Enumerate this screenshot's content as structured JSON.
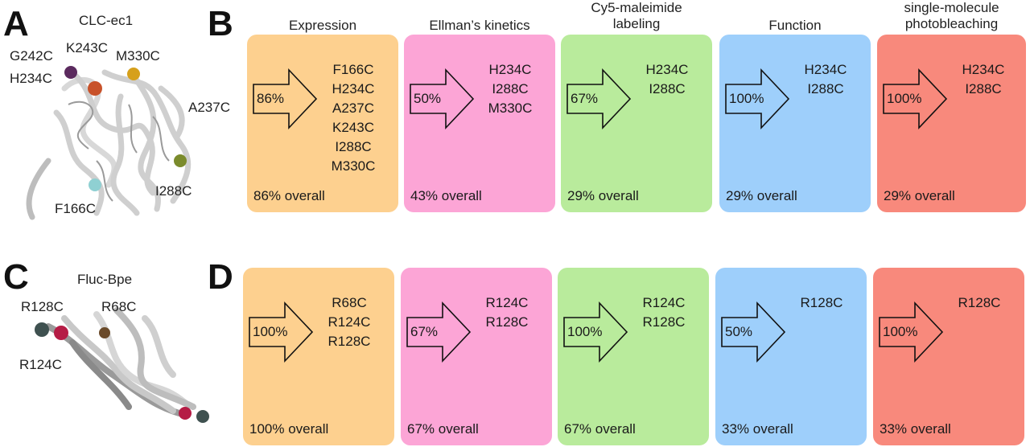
{
  "colors": {
    "orange": "#fdd08f",
    "pink": "#fca5d6",
    "green": "#b9eb9c",
    "blue": "#9ecffb",
    "red": "#f8897c"
  },
  "panels": {
    "A": {
      "letter": "A",
      "title": "CLC-ec1",
      "labels": [
        "G242C",
        "K243C",
        "M330C",
        "H234C",
        "A237C",
        "I288C",
        "F166C"
      ]
    },
    "B": {
      "letter": "B",
      "steps": [
        {
          "title": "Expression",
          "percent": "86%",
          "mutants": [
            "F166C",
            "H234C",
            "A237C",
            "K243C",
            "I288C",
            "M330C"
          ],
          "overall": "86% overall",
          "color": "orange"
        },
        {
          "title": "Ellman’s kinetics",
          "percent": "50%",
          "mutants": [
            "H234C",
            "I288C",
            "M330C"
          ],
          "overall": "43% overall",
          "color": "pink"
        },
        {
          "title": "Cy5-maleimide labeling",
          "title_lines": [
            "Cy5-maleimide",
            "labeling"
          ],
          "percent": "67%",
          "mutants": [
            "H234C",
            "I288C"
          ],
          "overall": "29% overall",
          "color": "green"
        },
        {
          "title": "Function",
          "percent": "100%",
          "mutants": [
            "H234C",
            "I288C"
          ],
          "overall": "29% overall",
          "color": "blue"
        },
        {
          "title": "single-molecule photobleaching",
          "title_lines": [
            "single-molecule",
            "photobleaching"
          ],
          "percent": "100%",
          "mutants": [
            "H234C",
            "I288C"
          ],
          "overall": "29% overall",
          "color": "red"
        }
      ]
    },
    "C": {
      "letter": "C",
      "title": "Fluc-Bpe",
      "labels": [
        "R128C",
        "R68C",
        "R124C"
      ]
    },
    "D": {
      "letter": "D",
      "steps": [
        {
          "percent": "100%",
          "mutants": [
            "R68C",
            "R124C",
            "R128C"
          ],
          "overall": "100% overall",
          "color": "orange"
        },
        {
          "percent": "67%",
          "mutants": [
            "R124C",
            "R128C"
          ],
          "overall": "67% overall",
          "color": "pink"
        },
        {
          "percent": "100%",
          "mutants": [
            "R124C",
            "R128C"
          ],
          "overall": "67% overall",
          "color": "green"
        },
        {
          "percent": "50%",
          "mutants": [
            "R128C"
          ],
          "overall": "33% overall",
          "color": "blue"
        },
        {
          "percent": "100%",
          "mutants": [
            "R128C"
          ],
          "overall": "33% overall",
          "color": "red"
        }
      ]
    }
  }
}
